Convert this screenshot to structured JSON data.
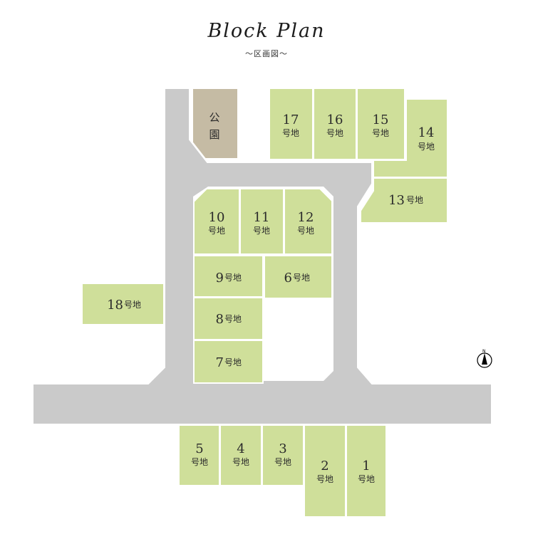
{
  "title": "Block Plan",
  "subtitle": "～区画図～",
  "park_label": [
    "公",
    "園"
  ],
  "north_label": "N",
  "lot_suffix": "号地",
  "lots": [
    {
      "no": "1"
    },
    {
      "no": "2"
    },
    {
      "no": "3"
    },
    {
      "no": "4"
    },
    {
      "no": "5"
    },
    {
      "no": "6"
    },
    {
      "no": "7"
    },
    {
      "no": "8"
    },
    {
      "no": "9"
    },
    {
      "no": "10"
    },
    {
      "no": "11"
    },
    {
      "no": "12"
    },
    {
      "no": "13"
    },
    {
      "no": "14"
    },
    {
      "no": "15"
    },
    {
      "no": "16"
    },
    {
      "no": "17"
    },
    {
      "no": "18"
    }
  ],
  "colors": {
    "lot": "#cfdf9a",
    "road": "#cacaca",
    "park": "#c5bba4",
    "outline": "#ffffff"
  }
}
